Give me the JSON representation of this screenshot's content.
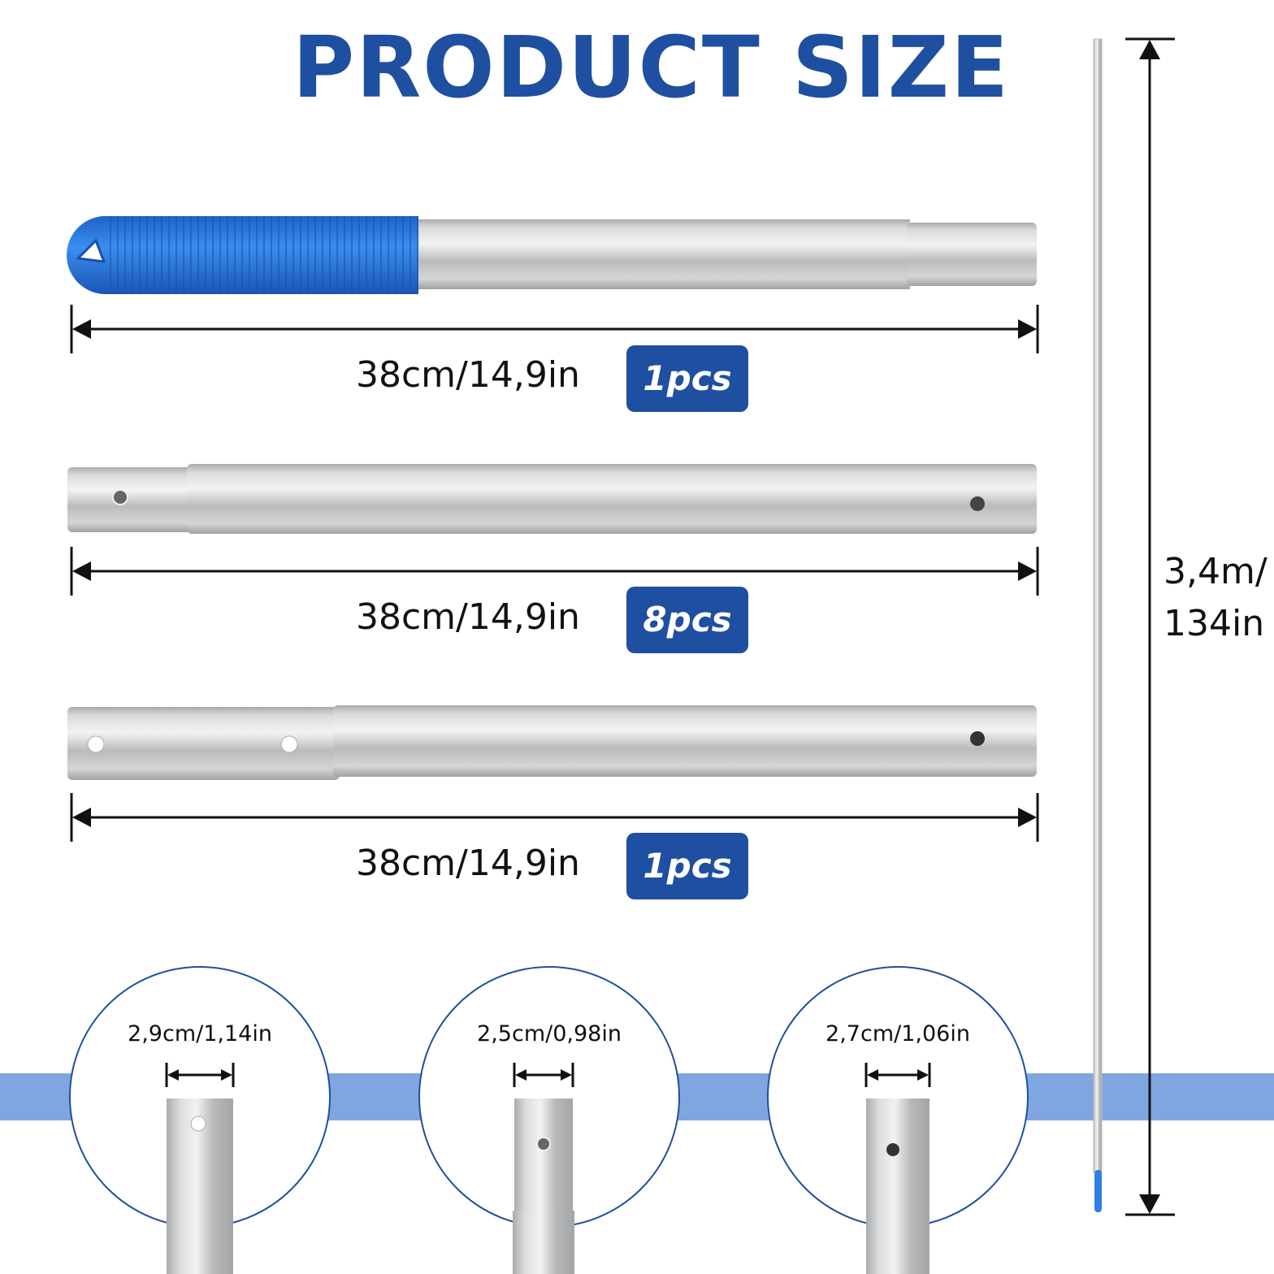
{
  "title": "PRODUCT SIZE",
  "segments": [
    {
      "length_label": "38cm/14,9in",
      "quantity_label": "1pcs"
    },
    {
      "length_label": "38cm/14,9in",
      "quantity_label": "8pcs"
    },
    {
      "length_label": "38cm/14,9in",
      "quantity_label": "1pcs"
    }
  ],
  "total_length": {
    "line1": "3,4m/",
    "line2": "134in"
  },
  "diameters": [
    {
      "label": "2,9cm/1,14in"
    },
    {
      "label": "2,5cm/0,98in"
    },
    {
      "label": "2,7cm/1,06in"
    }
  ],
  "colors": {
    "brand_blue": "#1f4fa0",
    "grip_blue": "#2f7fe0",
    "band_blue": "#80a6e0",
    "metal": "#c4c6c8"
  },
  "icons": [
    "arrow-left-icon",
    "arrow-right-icon",
    "arrow-up-icon",
    "arrow-down-icon"
  ]
}
